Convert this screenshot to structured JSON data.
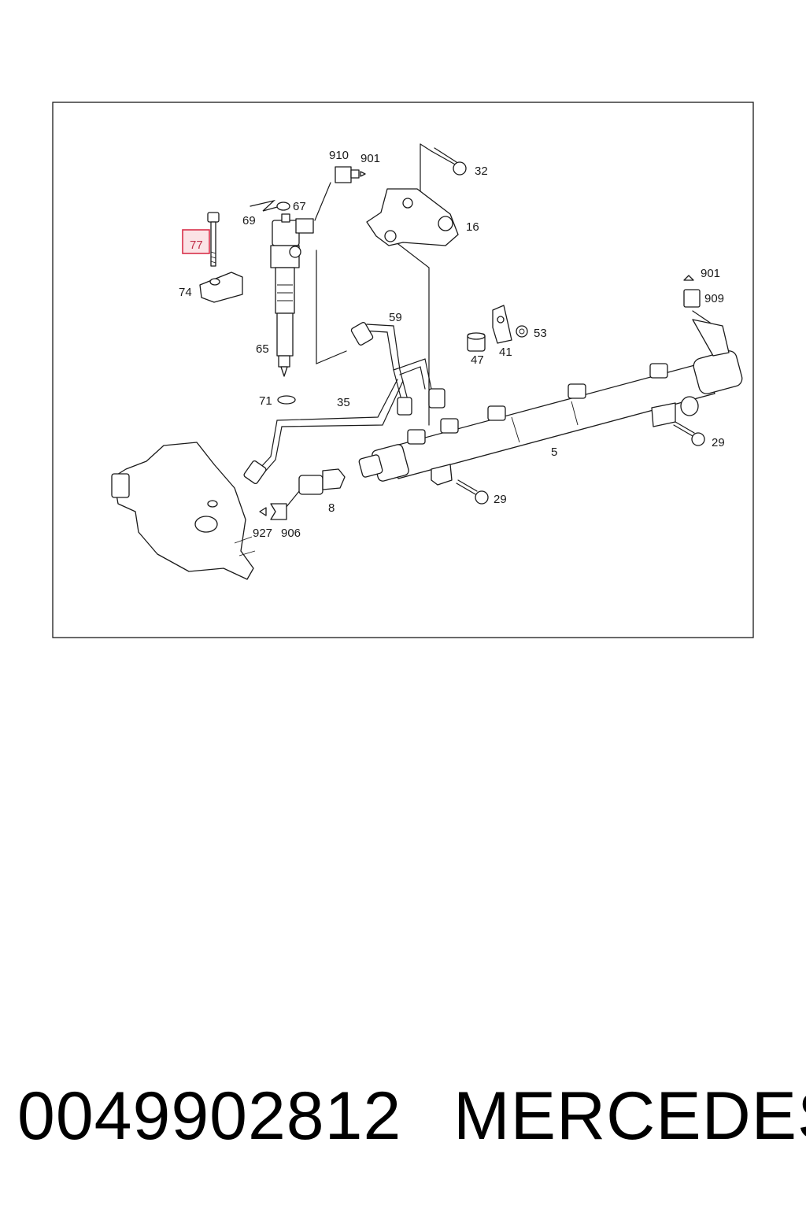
{
  "diagram": {
    "callouts": [
      {
        "id": "910",
        "label": "910"
      },
      {
        "id": "901a",
        "label": "901"
      },
      {
        "id": "32",
        "label": "32"
      },
      {
        "id": "67",
        "label": "67"
      },
      {
        "id": "69",
        "label": "69"
      },
      {
        "id": "77",
        "label": "77",
        "highlighted": true
      },
      {
        "id": "16",
        "label": "16"
      },
      {
        "id": "74",
        "label": "74"
      },
      {
        "id": "901b",
        "label": "901"
      },
      {
        "id": "909",
        "label": "909"
      },
      {
        "id": "59",
        "label": "59"
      },
      {
        "id": "53",
        "label": "53"
      },
      {
        "id": "65",
        "label": "65"
      },
      {
        "id": "47",
        "label": "47"
      },
      {
        "id": "41",
        "label": "41"
      },
      {
        "id": "71",
        "label": "71"
      },
      {
        "id": "35",
        "label": "35"
      },
      {
        "id": "29a",
        "label": "29"
      },
      {
        "id": "5",
        "label": "5"
      },
      {
        "id": "29b",
        "label": "29"
      },
      {
        "id": "8",
        "label": "8"
      },
      {
        "id": "927",
        "label": "927"
      },
      {
        "id": "906",
        "label": "906"
      }
    ],
    "highlight_color": "#d8304a",
    "highlight_fill": "#fbe3e6"
  },
  "footer": {
    "part_number": "0049902812",
    "brand": "MERCEDES"
  }
}
